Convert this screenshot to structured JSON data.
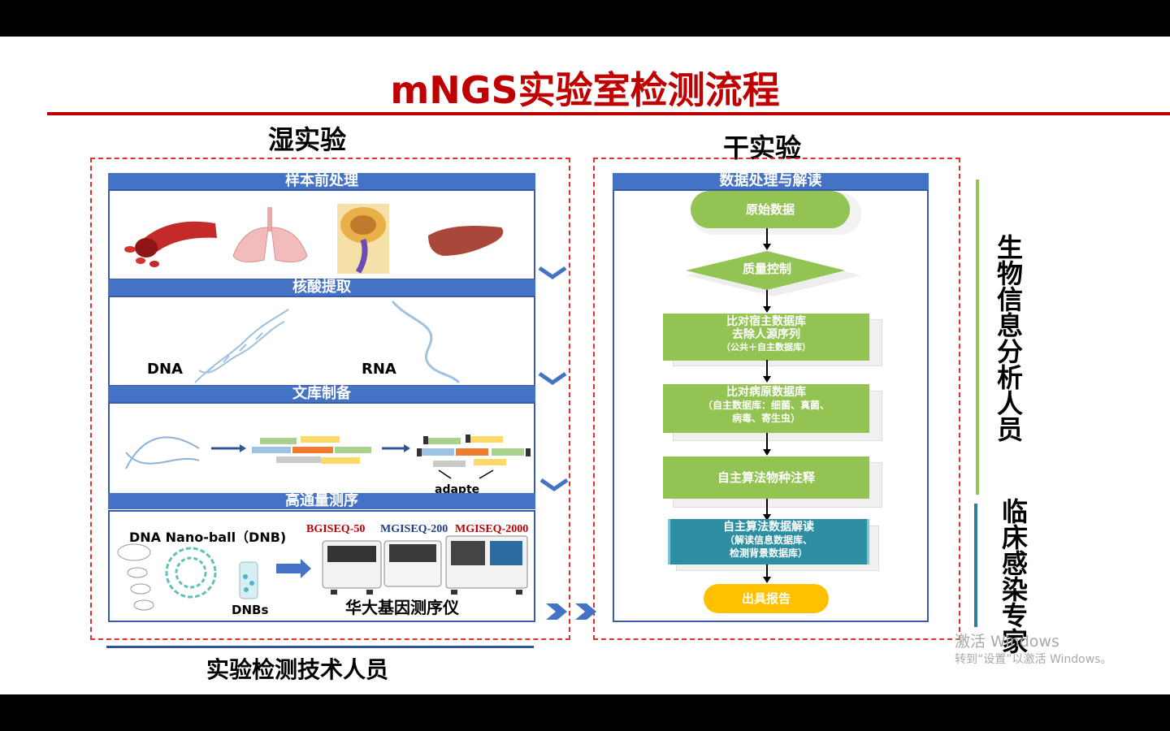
{
  "title": "mNGS实验室检测流程",
  "wet": {
    "title": "湿实验",
    "headers": [
      "样本前处理",
      "核酸提取",
      "文库制备",
      "高通量测序"
    ],
    "dna_label": "DNA",
    "rna_label": "RNA",
    "adapter_label": "adapte",
    "dnb_title": "DNA Nano-ball（DNB)",
    "dnbs_label": "DNBs",
    "instruments": [
      "BGISEQ-50",
      "MGISEQ-200",
      "MGISEQ-2000"
    ],
    "sequencer_caption": "华大基因测序仪",
    "staff": "实验检测技术人员"
  },
  "dry": {
    "title": "干实验",
    "header": "数据处理与解读",
    "raw_data": "原始数据",
    "quality_control": "质量控制",
    "host_db": [
      "比对宿主数据库",
      "去除人源序列",
      "（公共＋自主数据库）"
    ],
    "pathogen_db": [
      "比对病原数据库",
      "（自主数据库：细菌、真菌、",
      "病毒、寄生虫）"
    ],
    "species_annotation": "自主算法物种注释",
    "interpretation": [
      "自主算法数据解读",
      "（解读信息数据库、",
      "检测背景数据库）"
    ],
    "report": "出具报告"
  },
  "roles": {
    "bioinfo": "生物信息分析人员",
    "clinical": "临床感染专家"
  },
  "watermark": {
    "line1": "激活 Windows",
    "line2": "转到“设置”以激活 Windows。"
  },
  "colors": {
    "title_red": "#c00000",
    "header_blue": "#4472c4",
    "node_green": "#92c353",
    "node_teal": "#2e8fa3",
    "report_yellow": "#ffc000"
  }
}
